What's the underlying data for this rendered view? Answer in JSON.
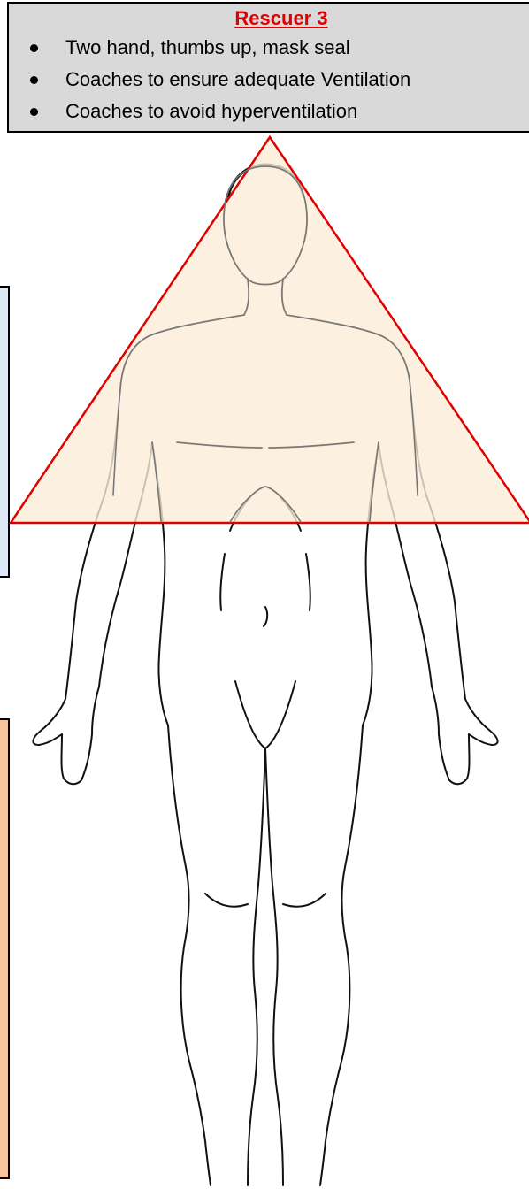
{
  "rescuer": {
    "title": "Rescuer 3",
    "items": [
      "Two hand, thumbs up, mask seal",
      "Coaches to ensure adequate Ventilation",
      "Coaches to avoid hyperventilation"
    ]
  },
  "colors": {
    "title_red": "#e00000",
    "box_gray": "#d9d9d9",
    "triangle_fill": "#fbeed8",
    "triangle_stroke": "#e00000",
    "side_box_blue": "#dde8f6",
    "side_box_orange": "#f8c49c"
  },
  "icons": {
    "figure": "human-body-front-outline",
    "zone": "head-zone-triangle"
  }
}
